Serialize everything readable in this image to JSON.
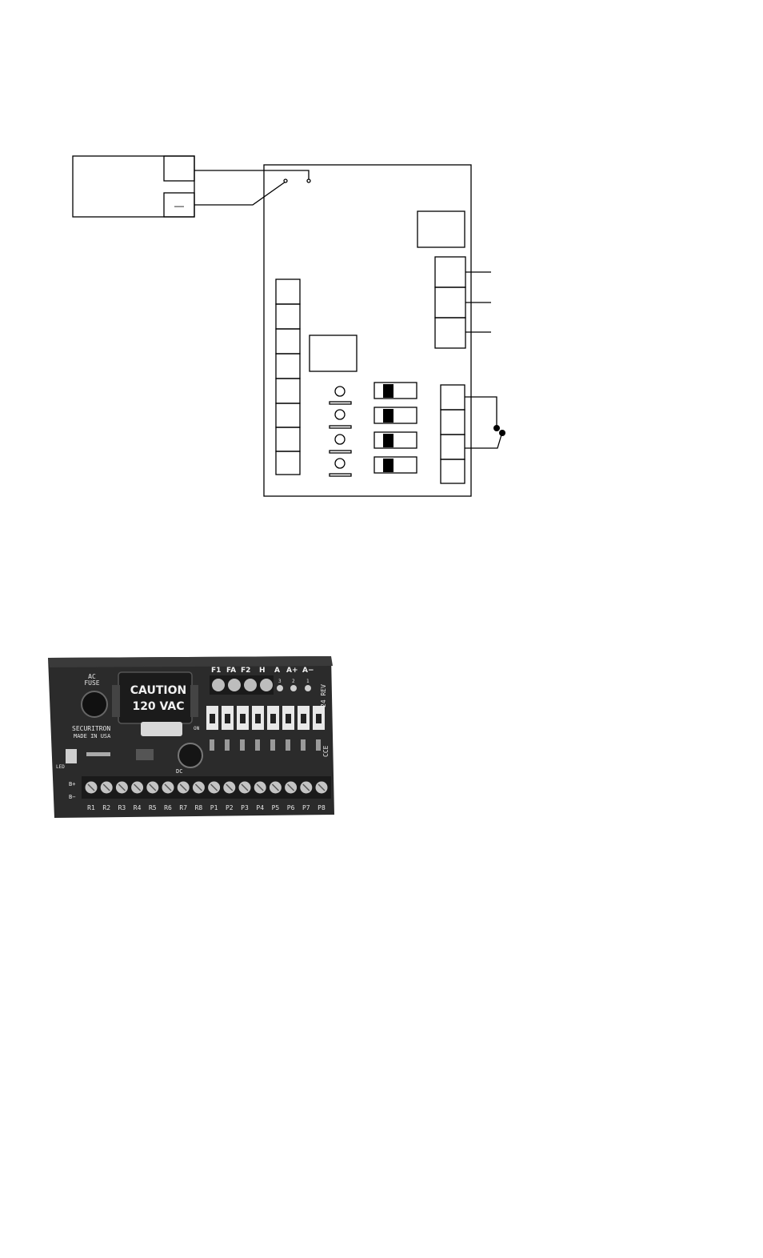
{
  "diagram": {
    "battery_minus": "—"
  },
  "board_photo": {
    "caution_line1": "CAUTION",
    "caution_line2": "120 VAC",
    "fuse_label": "AC\nFUSE",
    "brand": "SECURITRON",
    "made_in": "MADE IN USA",
    "rev": "24 REV",
    "cce": "CCE",
    "top_terminals": [
      "F1",
      "FA",
      "F2",
      "H",
      "A",
      "A+",
      "A−"
    ],
    "bottom_terminals": [
      "R1",
      "R2",
      "R3",
      "R4",
      "R5",
      "R6",
      "R7",
      "R8",
      "P1",
      "P2",
      "P3",
      "P4",
      "P5",
      "P6",
      "P7",
      "P8"
    ],
    "side_labels": [
      "LED",
      "B+",
      "B−"
    ],
    "dc_label": "DC",
    "on_label": "ON",
    "led_nums": [
      "3",
      "2",
      "1"
    ]
  }
}
